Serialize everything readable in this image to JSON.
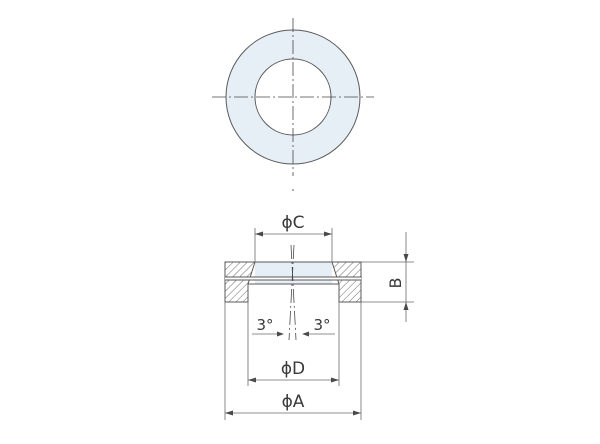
{
  "dimensions": {
    "phi_c": "ϕC",
    "phi_d": "ϕD",
    "phi_a": "ϕA",
    "b": "B",
    "angle_left": "3°",
    "angle_right": "3°"
  },
  "colors": {
    "part_fill": "#e6eef6",
    "line": "#5a5a5a",
    "hatch": "#5a5a5a"
  }
}
